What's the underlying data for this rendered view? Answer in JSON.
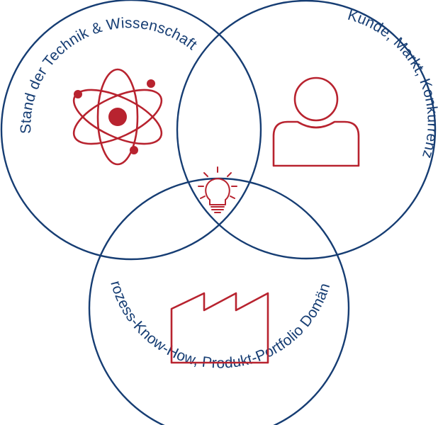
{
  "diagram": {
    "type": "venn",
    "sets": [
      {
        "id": "science",
        "label": "Stand der Technik & Wissenschaft",
        "icon": "atom-icon"
      },
      {
        "id": "market",
        "label": "Kunde, Markt, Konkurrenz",
        "icon": "person-icon"
      },
      {
        "id": "process",
        "label": "Prozess-Know-How, Produkt-Portfolio Domäne",
        "icon": "factory-icon"
      }
    ],
    "center_icon": "lightbulb-icon"
  },
  "colors": {
    "circle": "#163d73",
    "text": "#163d73",
    "icon": "#b8232f"
  }
}
